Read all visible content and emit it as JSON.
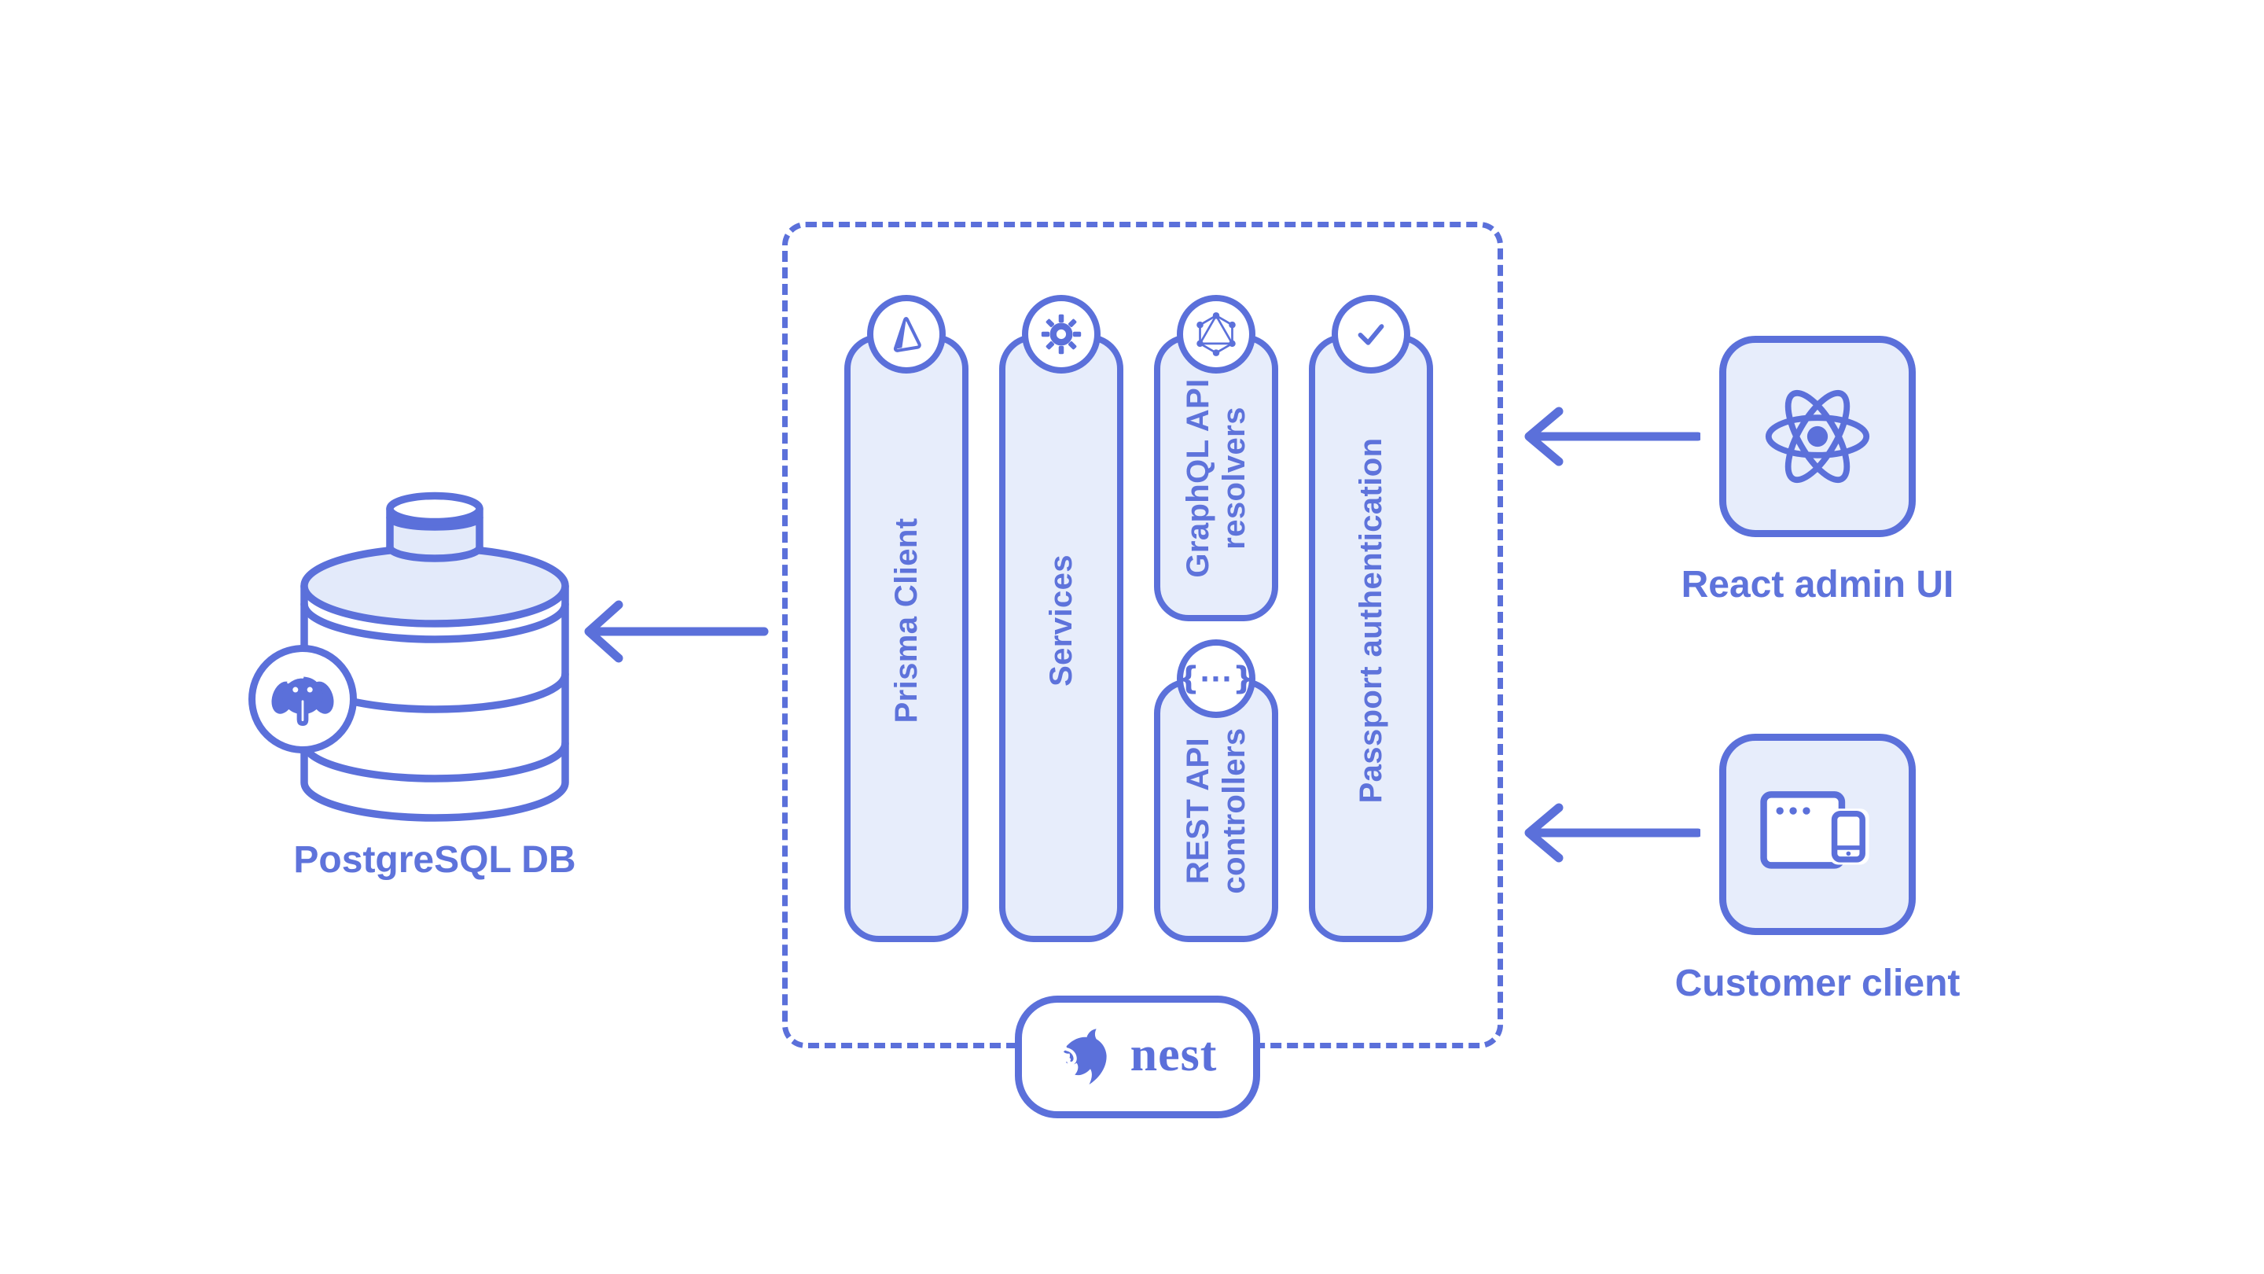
{
  "diagram": {
    "database": {
      "label": "PostgreSQL DB",
      "icon": "postgresql-elephant-icon",
      "shape": "database-cylinder"
    },
    "nest_container": {
      "columns": [
        {
          "label": "Prisma Client",
          "icon": "prisma-icon"
        },
        {
          "label": "Services",
          "icon": "gear-icon"
        },
        {
          "label_line1": "GraphQL API",
          "label_line2": "resolvers",
          "icon": "graphql-icon"
        },
        {
          "label_line1": "REST API",
          "label_line2": "controllers",
          "icon": "braces-icon"
        },
        {
          "label": "Passport authentication",
          "icon": "check-icon"
        }
      ],
      "rest_icon": {
        "open": "{",
        "dots": "...",
        "close": "}"
      },
      "badge": {
        "label": "nest",
        "icon": "nestjs-cat-icon"
      }
    },
    "clients": [
      {
        "label": "React admin UI",
        "icon": "react-icon"
      },
      {
        "label": "Customer client",
        "icon": "browser-phone-icon"
      }
    ],
    "arrows": [
      {
        "name": "nest-to-postgres",
        "direction": "left"
      },
      {
        "name": "react-to-nest",
        "direction": "left"
      },
      {
        "name": "customer-to-nest",
        "direction": "left"
      }
    ],
    "colors": {
      "stroke": "#5b70da",
      "fill_light": "#e7edfb",
      "fill_top": "#e3eafa",
      "text": "#5e73db",
      "background": "#ffffff"
    }
  }
}
